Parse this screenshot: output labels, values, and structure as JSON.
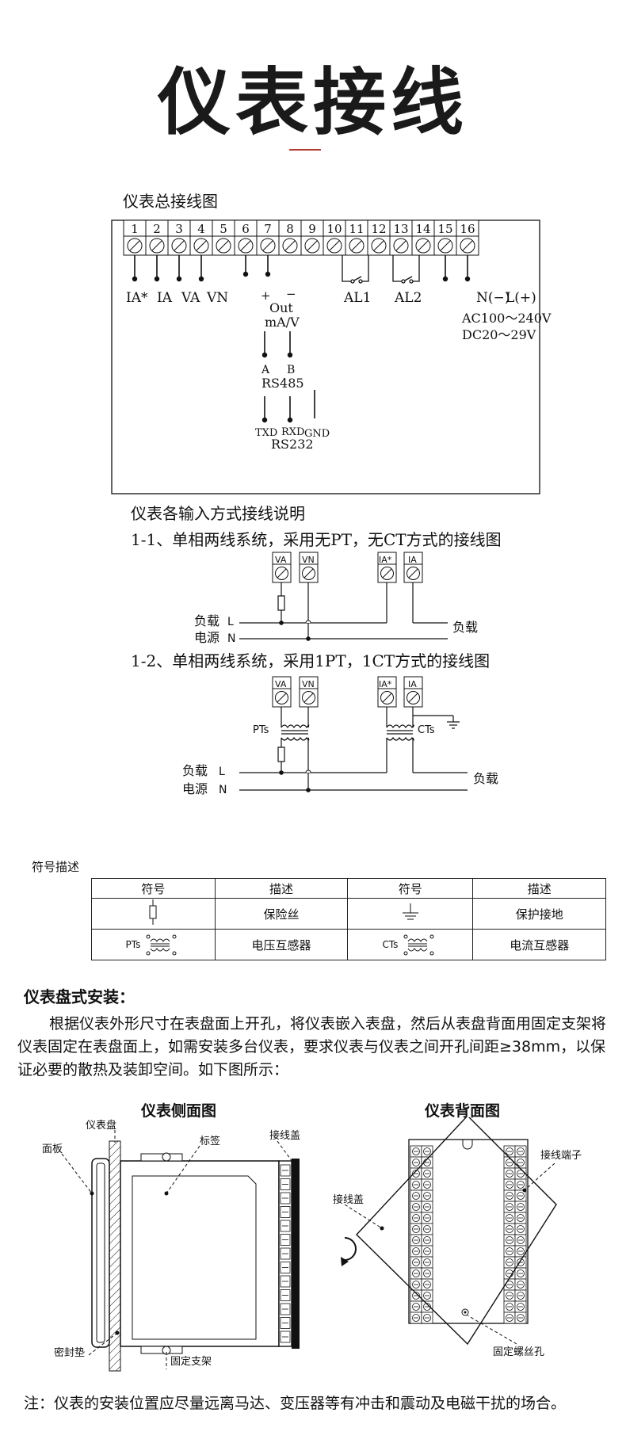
{
  "title": "仪表接线",
  "main_diagram": {
    "heading": "仪表总接线图",
    "terminals": [
      "1",
      "2",
      "3",
      "4",
      "5",
      "6",
      "7",
      "8",
      "9",
      "10",
      "11",
      "12",
      "13",
      "14",
      "15",
      "16"
    ],
    "labels": {
      "ia_star": "IA*",
      "ia": "IA",
      "va": "VA",
      "vn": "VN",
      "plus": "+",
      "minus": "−",
      "out": "Out",
      "mav": "mA/V",
      "al1": "AL1",
      "al2": "AL2",
      "n": "N(−)",
      "l": "L(+)",
      "ac": "AC100～240V",
      "dc": "DC20～29V",
      "a": "A",
      "b": "B",
      "rs485": "RS485",
      "txd": "TXD",
      "rxd": "RXD",
      "gnd": "GND",
      "rs232": "RS232"
    }
  },
  "input_methods": {
    "heading": "仪表各输入方式接线说明",
    "case1": "1-1、单相两线系统，采用无PT，无CT方式的接线图",
    "case2": "1-2、单相两线系统，采用1PT，1CT方式的接线图",
    "term_va": "VA",
    "term_vn": "VN",
    "term_ia_star": "IA*",
    "term_ia": "IA",
    "load": "负载",
    "source": "电源",
    "line_l": "L",
    "line_n": "N",
    "pts": "PTs",
    "cts": "CTs"
  },
  "symbols": {
    "caption": "符号描述",
    "header": [
      "符号",
      "描述",
      "符号",
      "描述"
    ],
    "rows": [
      {
        "desc1": "保险丝",
        "desc2": "保护接地"
      },
      {
        "sym1_label": "PTs",
        "desc1": "电压互感器",
        "sym2_label": "CTs",
        "desc2": "电流互感器"
      }
    ]
  },
  "panel_mount": {
    "heading": "仪表盘式安装：",
    "paragraph": "根据仪表外形尺寸在表盘面上开孔，将仪表嵌入表盘，然后从表盘背面用固定支架将仪表固定在表盘面上，如需安装多台仪表，要求仪表与仪表之间开孔间距≥38mm，以保证必要的散热及装卸空间。如下图所示："
  },
  "side_view": {
    "title": "仪表侧面图",
    "labels": {
      "panel_board": "仪表盘",
      "face_plate": "面板",
      "label": "标签",
      "terminal_cover": "接线盖",
      "seal": "密封垫",
      "bracket": "固定支架"
    }
  },
  "back_view": {
    "title": "仪表背面图",
    "labels": {
      "terminal_cover": "接线盖",
      "terminal": "接线端子",
      "screw_hole": "固定螺丝孔"
    }
  },
  "note": "注：仪表的安装位置应尽量远离马达、变压器等有冲击和震动及电磁干扰的场合。"
}
